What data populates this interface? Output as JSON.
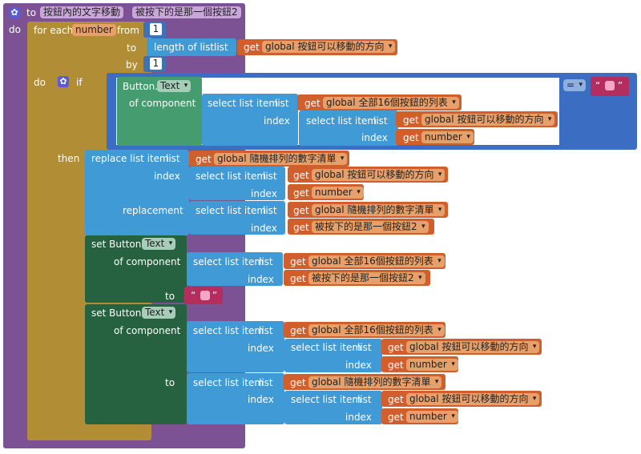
{
  "procedure": {
    "keyword_to": "to",
    "name": "按鈕內的文字移動",
    "param": "被按下的是那一個按鈕2",
    "keyword_do": "do"
  },
  "for_each": {
    "label": "for each",
    "var": "number",
    "from_label": "from",
    "from_value": "1",
    "to_label": "to",
    "length_label": "length of list",
    "list_label": "list",
    "by_label": "by",
    "by_value": "1",
    "do_label": "do"
  },
  "if_block": {
    "label": "if",
    "then_label": "then",
    "comparator": "=",
    "button_comp": "Button.",
    "text_prop": "Text",
    "of_component": "of component"
  },
  "blocks": {
    "get": "get",
    "global": "global",
    "select_list_item": "select list item",
    "list": "list",
    "index": "index",
    "replace_list_item": "replace list item",
    "replacement": "replacement",
    "set_button": "set Button.",
    "to": "to",
    "quote_open": "“",
    "quote_close": "”"
  },
  "vars": {
    "all16": "全部16個按鈕的列表",
    "movable": "按鈕可以移動的方向",
    "random": "隨機排列的數字清單",
    "number": "number",
    "pressed": "被按下的是那一個按鈕2"
  },
  "colors": {
    "procedure": "#7c5295",
    "control": "#b18e35",
    "list": "#3f9ad6",
    "variable": "#d05f2d",
    "component": "#449c6f",
    "component_dark": "#26623f",
    "logic": "#3b6ec2",
    "text": "#b32d5e",
    "math": "#3f71b5"
  }
}
